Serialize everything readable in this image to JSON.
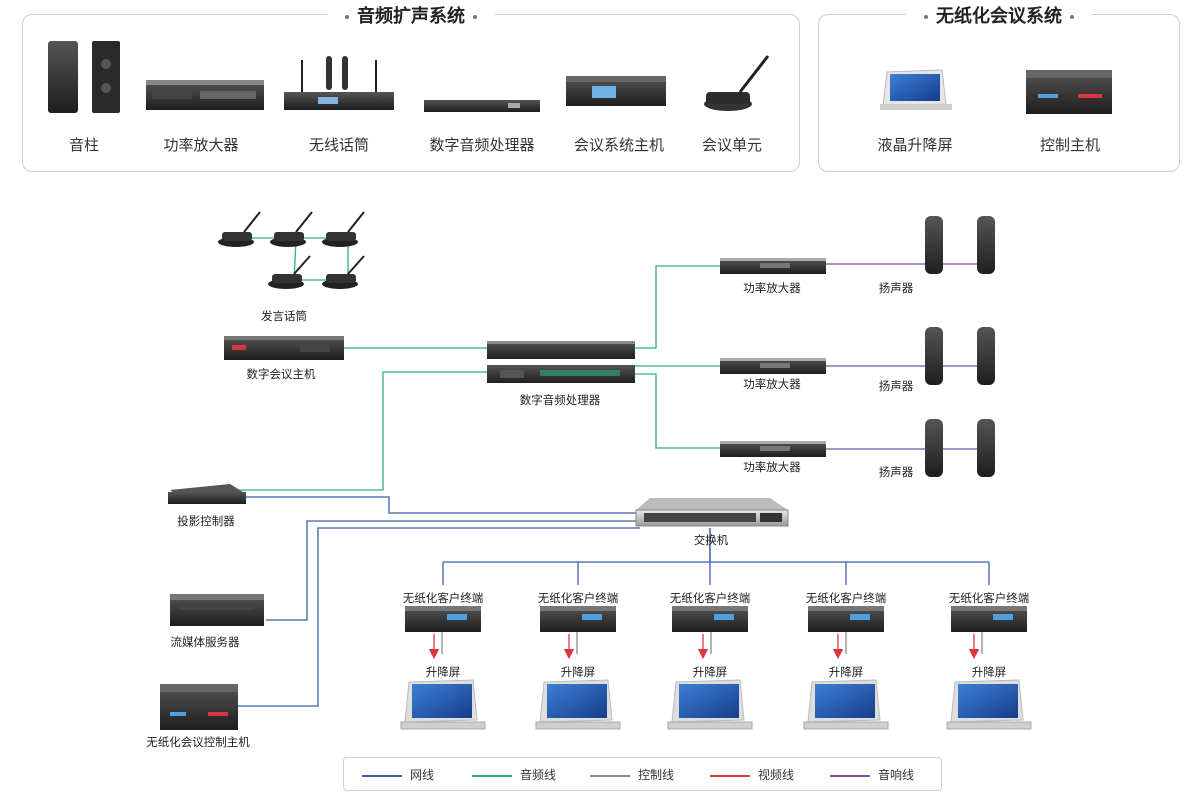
{
  "panels": {
    "audio": {
      "title": "音频扩声系统",
      "items": [
        "音柱",
        "功率放大器",
        "无线话筒",
        "数字音频处理器",
        "会议系统主机",
        "会议单元"
      ]
    },
    "paperless": {
      "title": "无纸化会议系统",
      "items": [
        "液晶升降屏",
        "控制主机"
      ]
    }
  },
  "diagram": {
    "mic_group": "发言话筒",
    "conference_host": "数字会议主机",
    "dsp": "数字音频处理器",
    "amplifiers": [
      "功率放大器",
      "功率放大器",
      "功率放大器"
    ],
    "speakers": [
      "扬声器",
      "扬声器",
      "扬声器"
    ],
    "projector_controller": "投影控制器",
    "switch": "交换机",
    "streaming_server": "流媒体服务器",
    "paperless_host": "无纸化会议控制主机",
    "terminals": [
      "无纸化客户终端",
      "无纸化客户终端",
      "无纸化客户终端",
      "无纸化客户终端",
      "无纸化客户终端"
    ],
    "lift_screens": [
      "升降屏",
      "升降屏",
      "升降屏",
      "升降屏",
      "升降屏"
    ]
  },
  "legend": [
    {
      "label": "网线",
      "color": "#3b5ea8"
    },
    {
      "label": "音频线",
      "color": "#2fae8a"
    },
    {
      "label": "控制线",
      "color": "#8a8a8a"
    },
    {
      "label": "视频线",
      "color": "#d9363e"
    },
    {
      "label": "音响线",
      "color": "#7b4fa8"
    }
  ]
}
